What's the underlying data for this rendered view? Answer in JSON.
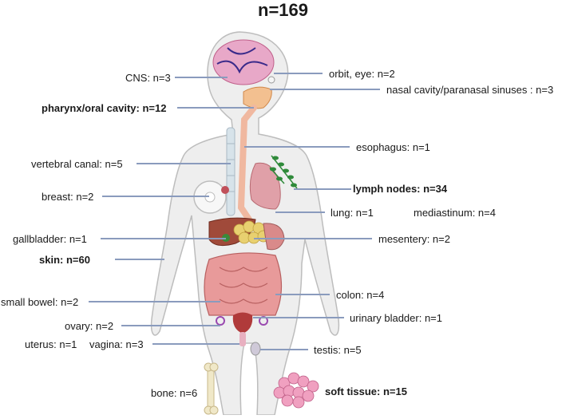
{
  "title": "n=169",
  "labels": {
    "cns": "CNS: n=3",
    "orbit_eye": "orbit, eye: n=2",
    "nasal": "nasal cavity/paranasal sinuses : n=3",
    "pharynx": "pharynx/oral cavity: n=12",
    "esophagus": "esophagus: n=1",
    "vertebral": "vertebral canal: n=5",
    "lymph": "lymph nodes: n=34",
    "breast": "breast: n=2",
    "lung": "lung: n=1",
    "mediastinum": "mediastinum: n=4",
    "gallbladder": "gallbladder: n=1",
    "mesentery": "mesentery: n=2",
    "skin": "skin: n=60",
    "colon": "colon: n=4",
    "small_bowel": "small bowel: n=2",
    "urinary_bladder": "urinary bladder: n=1",
    "ovary": "ovary: n=2",
    "uterus": "uterus: n=1",
    "vagina": "vagina: n=3",
    "testis": "testis: n=5",
    "bone": "bone: n=6",
    "soft_tissue": "soft tissue: n=15"
  },
  "colors": {
    "leader_line": "#8a9bbd",
    "body_fill": "#eeeeee",
    "body_outline": "#bdbdbd",
    "brain": "#e8a8c8",
    "vessels": "#3a2a8a",
    "esophagus": "#f0b8a0",
    "lymph_nodes": "#2f8a3a",
    "lung": "#e0a0a8",
    "liver": "#a04a3a",
    "pancreas": "#e8d070",
    "intestine": "#e89a9a",
    "soft_tissue": "#f0a0c0",
    "bone": "#f0e8c8"
  }
}
